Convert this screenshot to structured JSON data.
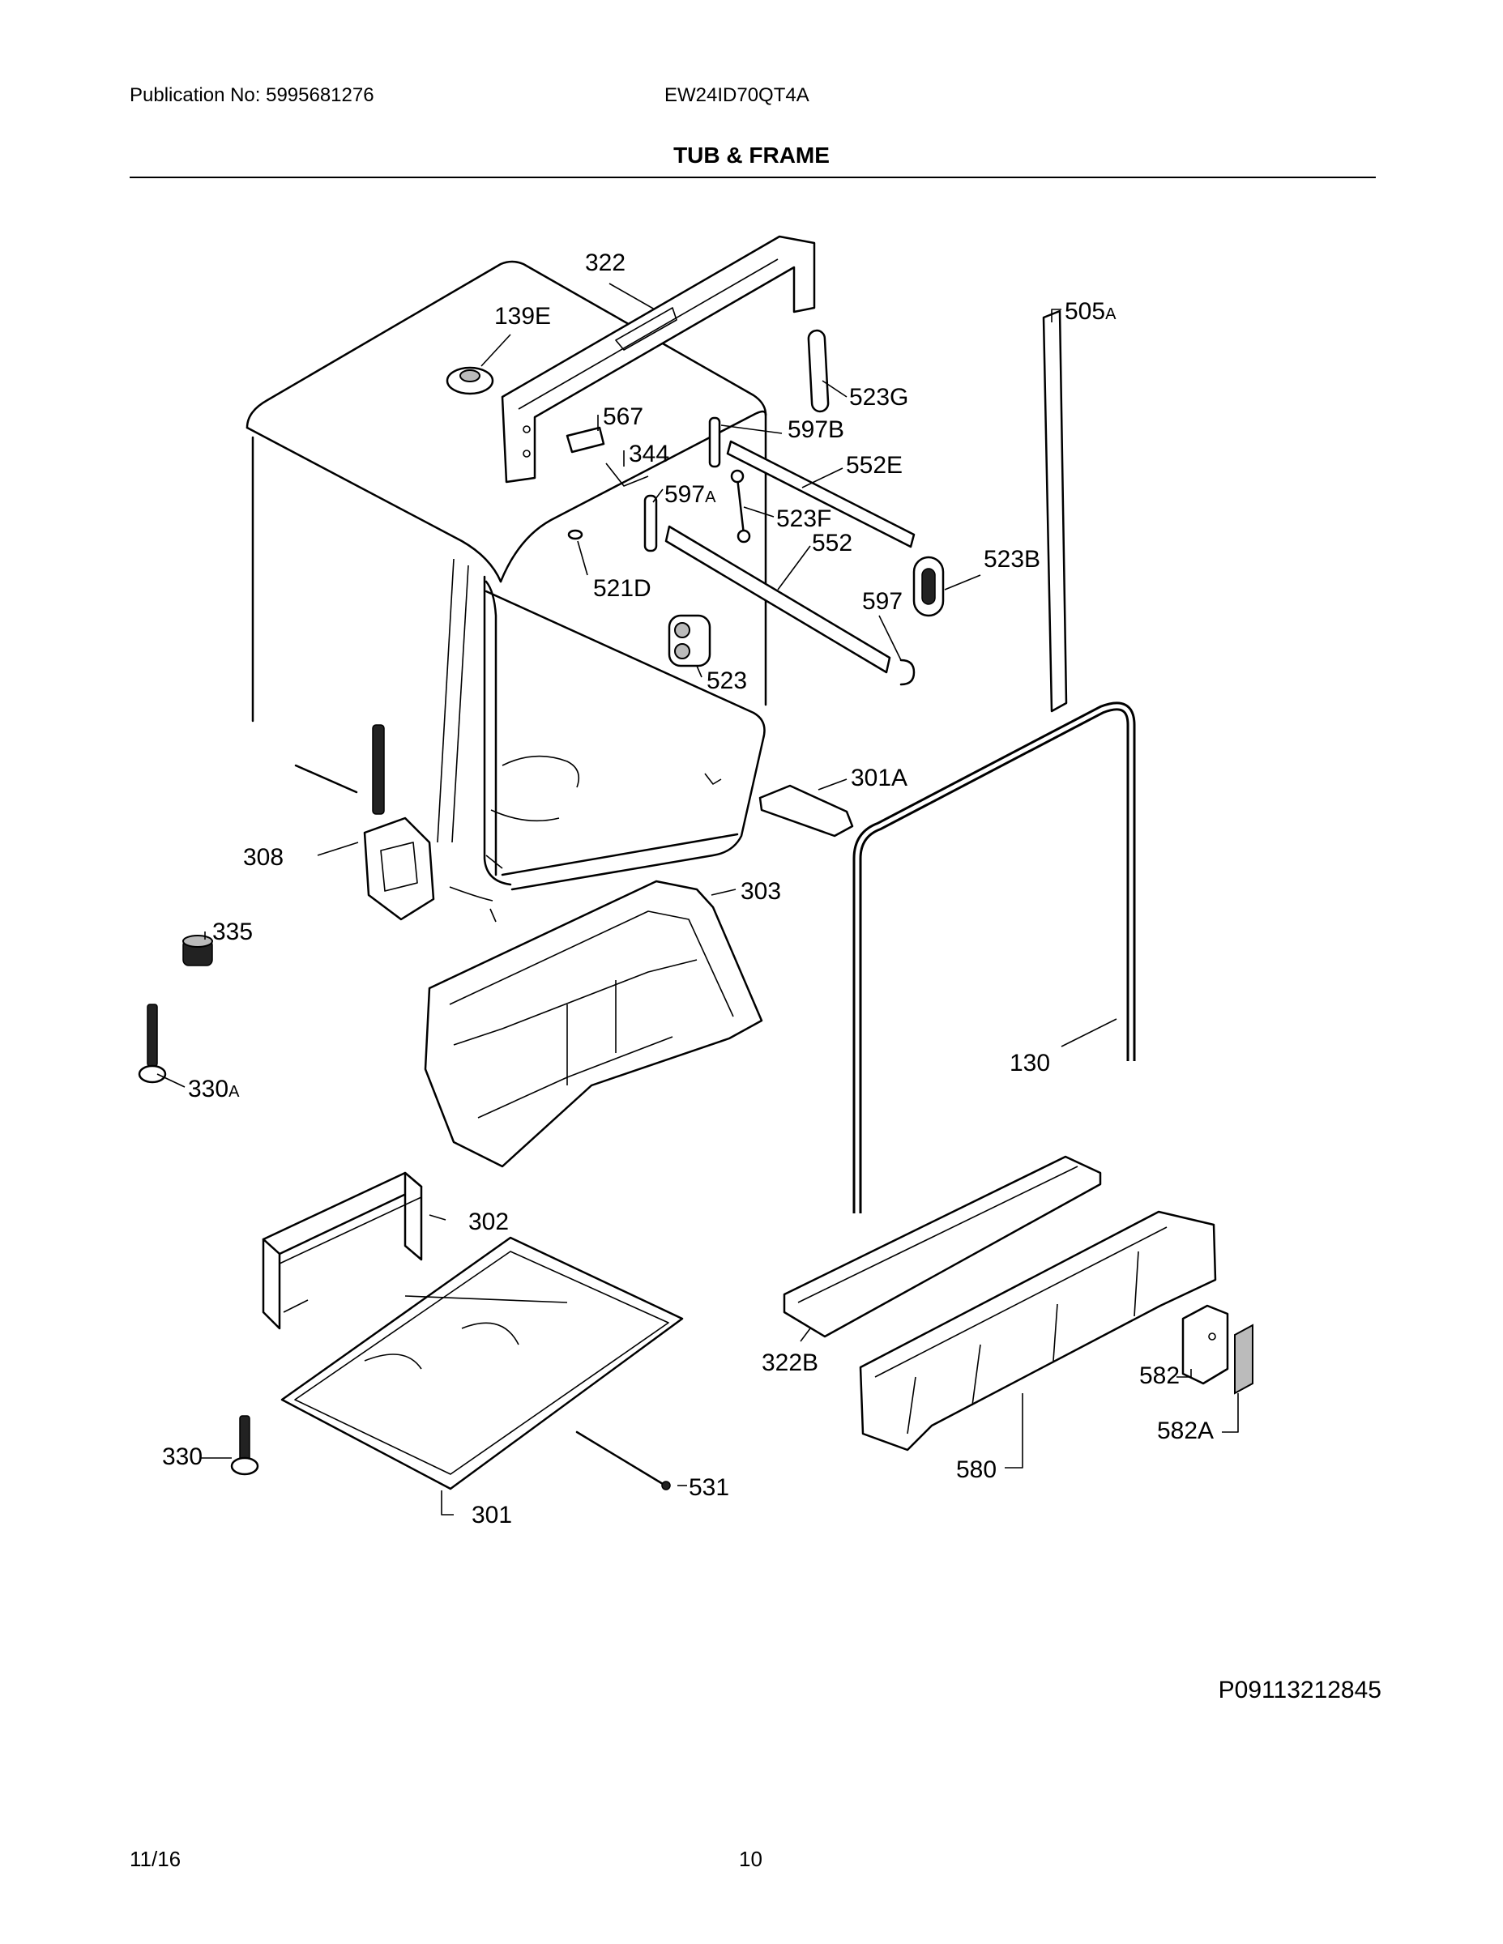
{
  "header": {
    "publication": "Publication No: 5995681276",
    "model": "EW24ID70QT4A",
    "section_title": "TUB & FRAME"
  },
  "callouts": {
    "c322": "322",
    "c139E": "139E",
    "c505": "505",
    "c505s": "A",
    "c523G": "523G",
    "c567": "567",
    "c597B": "597B",
    "c344": "344",
    "c552E": "552E",
    "c597": "597",
    "c597s": "A",
    "c523F": "523F",
    "c552": "552",
    "c523B": "523B",
    "c521D": "521D",
    "c597p": "597",
    "c523": "523",
    "c301A": "301A",
    "c308": "308",
    "c303": "303",
    "c335": "335",
    "c130": "130",
    "c330": "330",
    "c330s": "A",
    "c302": "302",
    "c322B": "322B",
    "c582": "582",
    "c582A": "582A",
    "c580": "580",
    "c330b": "330",
    "c531": "531",
    "c301": "301"
  },
  "footer": {
    "diagram_number": "P09113212845",
    "date": "11/16",
    "page": "10"
  }
}
